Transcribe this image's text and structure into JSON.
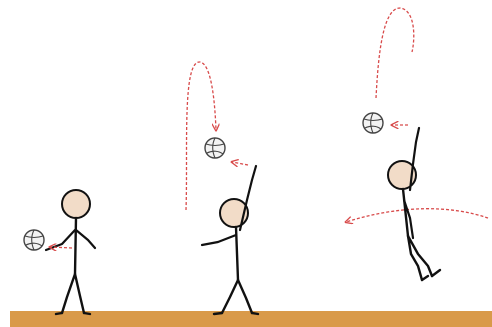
{
  "colors": {
    "background": "#ffffff",
    "floor": "#d99a4a",
    "skin": "#f2dcc8",
    "stroke": "#111111",
    "trajectory": "#d84a4a",
    "ball_fill": "#f3f3f3",
    "ball_seam": "#444444"
  },
  "illustration": {
    "stages": [
      {
        "id": "hold",
        "pose": "standing",
        "ball": "held"
      },
      {
        "id": "toss",
        "pose": "standing-arm-up",
        "ball": "tossed"
      },
      {
        "id": "spike",
        "pose": "jumping-arm-up",
        "ball": "struck"
      }
    ],
    "icons": [
      "volleyball-icon",
      "trajectory-arrow",
      "stick-figure"
    ]
  }
}
